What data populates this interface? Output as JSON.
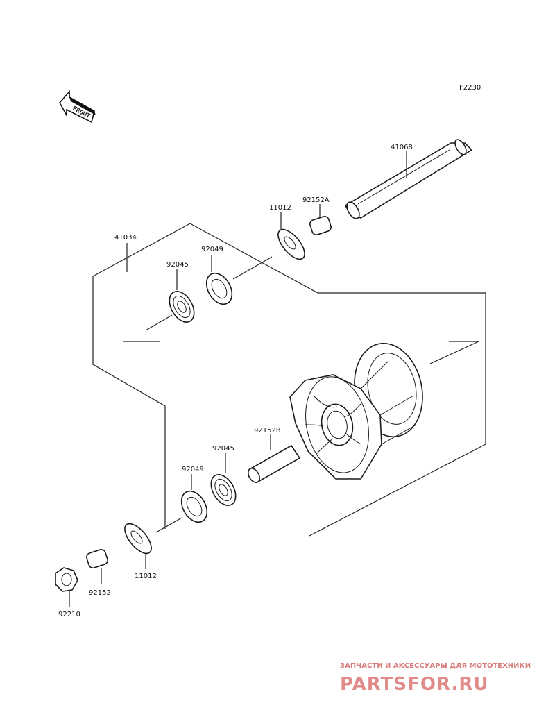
{
  "figure_code": "F2230",
  "front_label": "FRONT",
  "parts": {
    "axle": "41068",
    "collar_a": "92152A",
    "seal_right": "11012",
    "hub_group": "41034",
    "bearing_right_upper": "92049",
    "bearing_upper": "92045",
    "collar_b": "92152B",
    "bearing_lower": "92045",
    "seal_lower": "92049",
    "seal_left": "11012",
    "collar_left": "92152",
    "nut": "92210"
  },
  "watermark": {
    "tagline": "ЗАПЧАСТИ И АКСЕССУАРЫ ДЛЯ МОТОТЕХНИКИ",
    "logo": "PARTSFOR.RU"
  }
}
